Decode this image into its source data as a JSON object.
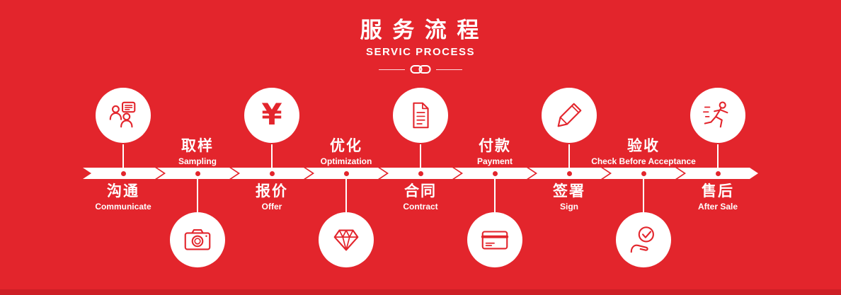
{
  "colors": {
    "background": "#e3252c",
    "foreground": "#ffffff",
    "bottom_strip": "#cd1f26"
  },
  "header": {
    "title": "服 务 流 程",
    "subtitle": "SERVIC PROCESS"
  },
  "process": {
    "steps": [
      {
        "zh": "沟通",
        "en": "Communicate",
        "icon": "people-chat-icon"
      },
      {
        "zh": "取样",
        "en": "Sampling",
        "icon": "camera-icon"
      },
      {
        "zh": "报价",
        "en": "Offer",
        "icon": "yuan-icon",
        "glyph": "¥"
      },
      {
        "zh": "优化",
        "en": "Optimization",
        "icon": "diamond-icon"
      },
      {
        "zh": "合同",
        "en": "Contract",
        "icon": "document-icon"
      },
      {
        "zh": "付款",
        "en": "Payment",
        "icon": "credit-card-icon"
      },
      {
        "zh": "签署",
        "en": "Sign",
        "icon": "pencil-icon"
      },
      {
        "zh": "验收",
        "en": "Check Before Acceptance",
        "icon": "hand-check-icon"
      },
      {
        "zh": "售后",
        "en": "After Sale",
        "icon": "running-man-icon"
      }
    ]
  }
}
